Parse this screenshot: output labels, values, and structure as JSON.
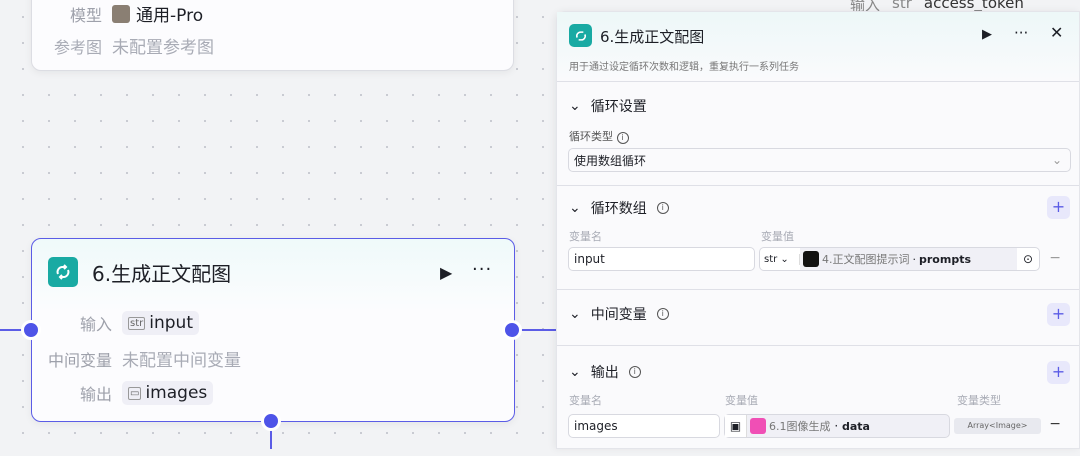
{
  "background": {
    "top_right_label": "输入",
    "top_right_type": "str",
    "top_right_value": "access_token"
  },
  "top_node": {
    "model_label": "模型",
    "model_value": "通用-Pro",
    "ref_label": "参考图",
    "ref_value": "未配置参考图"
  },
  "loop_node": {
    "title": "6.生成正文配图",
    "input_label": "输入",
    "input_type": "str",
    "input_value": "input",
    "mid_label": "中间变量",
    "mid_value": "未配置中间变量",
    "output_label": "输出",
    "output_value": "images",
    "accent": "#5b5ce6",
    "icon_color": "#19aaa3"
  },
  "panel": {
    "title": "6.生成正文配图",
    "description": "用于通过设定循环次数和逻辑，重复执行一系列任务",
    "loop_settings": {
      "title": "循环设置",
      "type_label": "循环类型",
      "type_value": "使用数组循环"
    },
    "loop_array": {
      "title": "循环数组",
      "name_header": "变量名",
      "value_header": "变量值",
      "name": "input",
      "type": "str",
      "source": "4.正文配图提示词",
      "field": "prompts"
    },
    "intermediate": {
      "title": "中间变量"
    },
    "output": {
      "title": "输出",
      "name_header": "变量名",
      "value_header": "变量值",
      "type_header": "变量类型",
      "name": "images",
      "source": "6.1图像生成",
      "field": "data",
      "var_type": "Array<Image>"
    }
  }
}
